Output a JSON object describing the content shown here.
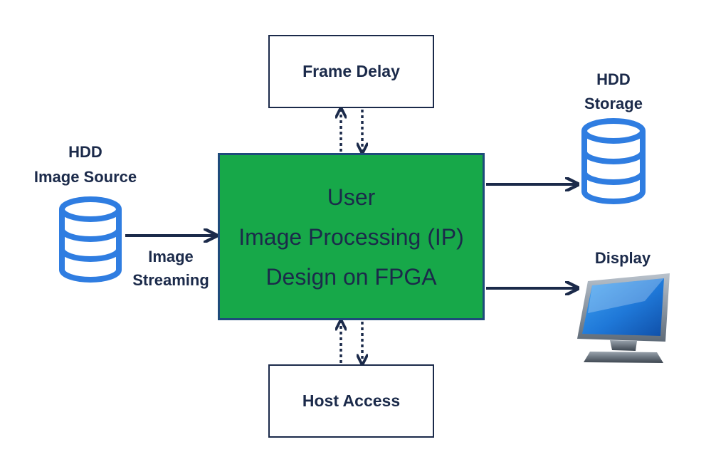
{
  "diagram": {
    "source": {
      "title_line1": "HDD",
      "title_line2": "Image Source"
    },
    "stream_label": {
      "line1": "Image",
      "line2": "Streaming"
    },
    "main_block": {
      "line1": "User",
      "line2": "Image Processing (IP)",
      "line3": "Design on FPGA"
    },
    "frame_delay": "Frame Delay",
    "host_access": "Host Access",
    "storage": {
      "title_line1": "HDD",
      "title_line2": "Storage"
    },
    "display": {
      "title": "Display"
    }
  },
  "colors": {
    "navy": "#1b2a4a",
    "fpga_green": "#17a849",
    "database_blue": "#2f7de1"
  },
  "icons": [
    "database-icon",
    "database-icon",
    "monitor-icon"
  ]
}
